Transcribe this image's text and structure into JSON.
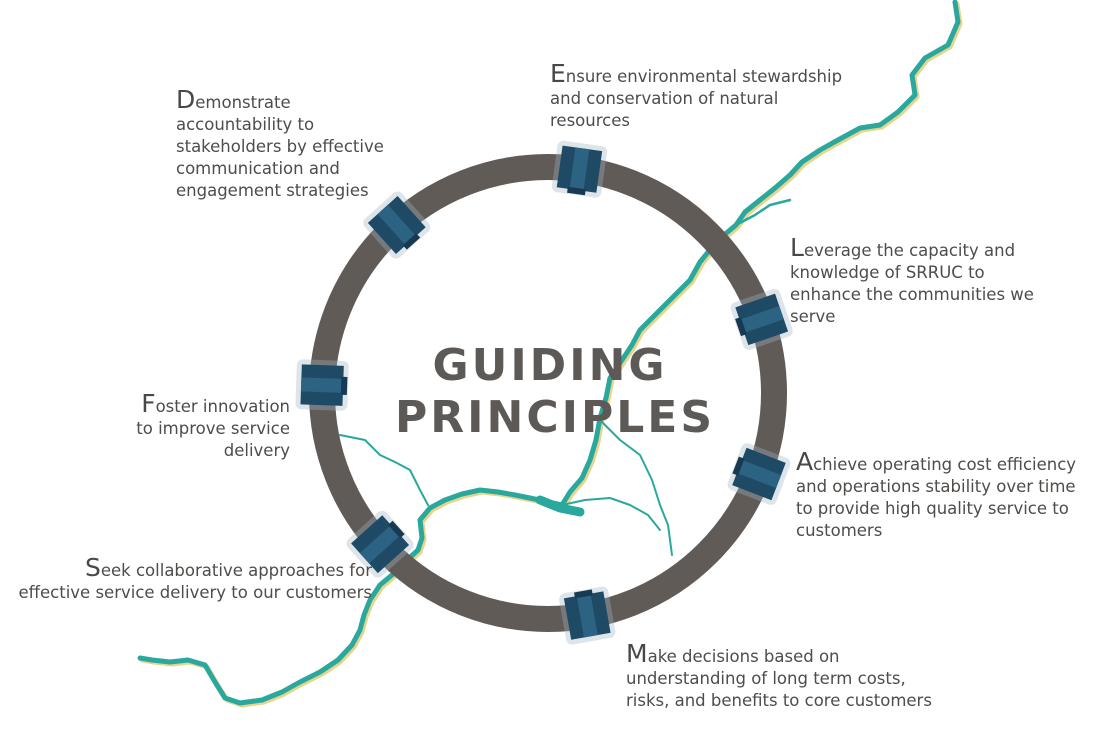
{
  "title": {
    "line1": "GUIDING",
    "line2": "PRINCIPLES"
  },
  "colors": {
    "ring": "#615b57",
    "connector": "#1f4a66",
    "connector_light": "#2c6282",
    "river": "#2aa89e",
    "river_shadow": "#e8d48c",
    "text": "#4f4c49"
  },
  "principles": [
    {
      "id": "top",
      "cap": "E",
      "rest": "nsure environmental stewardship and conservation of natural resources"
    },
    {
      "id": "top-left",
      "cap": "D",
      "rest": "emonstrate accountability to stakeholders by effective communication and engagement strategies"
    },
    {
      "id": "right-upper",
      "cap": "L",
      "rest": "everage the capacity and knowledge of SRRUC to enhance the communities we serve"
    },
    {
      "id": "left",
      "cap": "F",
      "rest": "oster innovation to improve service delivery"
    },
    {
      "id": "right-lower",
      "cap": "A",
      "rest": "chieve operating cost efficiency and operations stability over time to provide high quality service to customers"
    },
    {
      "id": "bottom-left",
      "cap": "S",
      "rest": "eek collaborative approaches for effective service delivery to our customers"
    },
    {
      "id": "bottom",
      "cap": "M",
      "rest": "ake decisions based on understanding of long term costs, risks, and benefits to core customers"
    }
  ]
}
